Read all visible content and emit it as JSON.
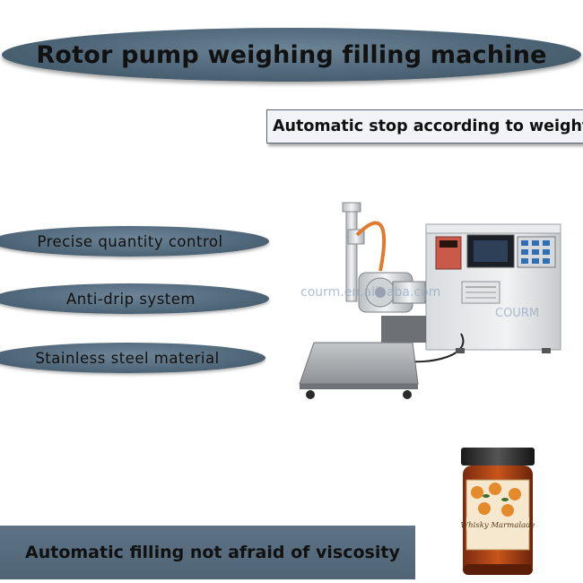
{
  "title": "Rotor pump weighing filling machine",
  "callout": "Automatic stop according to weight",
  "features": [
    "Precise quantity control",
    "Anti-drip system",
    "Stainless steel material"
  ],
  "bottom_banner": "Automatic filling not afraid of viscosity",
  "watermark": {
    "site": "courm.en.alibaba.com",
    "brand": "COURM"
  },
  "jar_label": "Whisky Marmalade"
}
